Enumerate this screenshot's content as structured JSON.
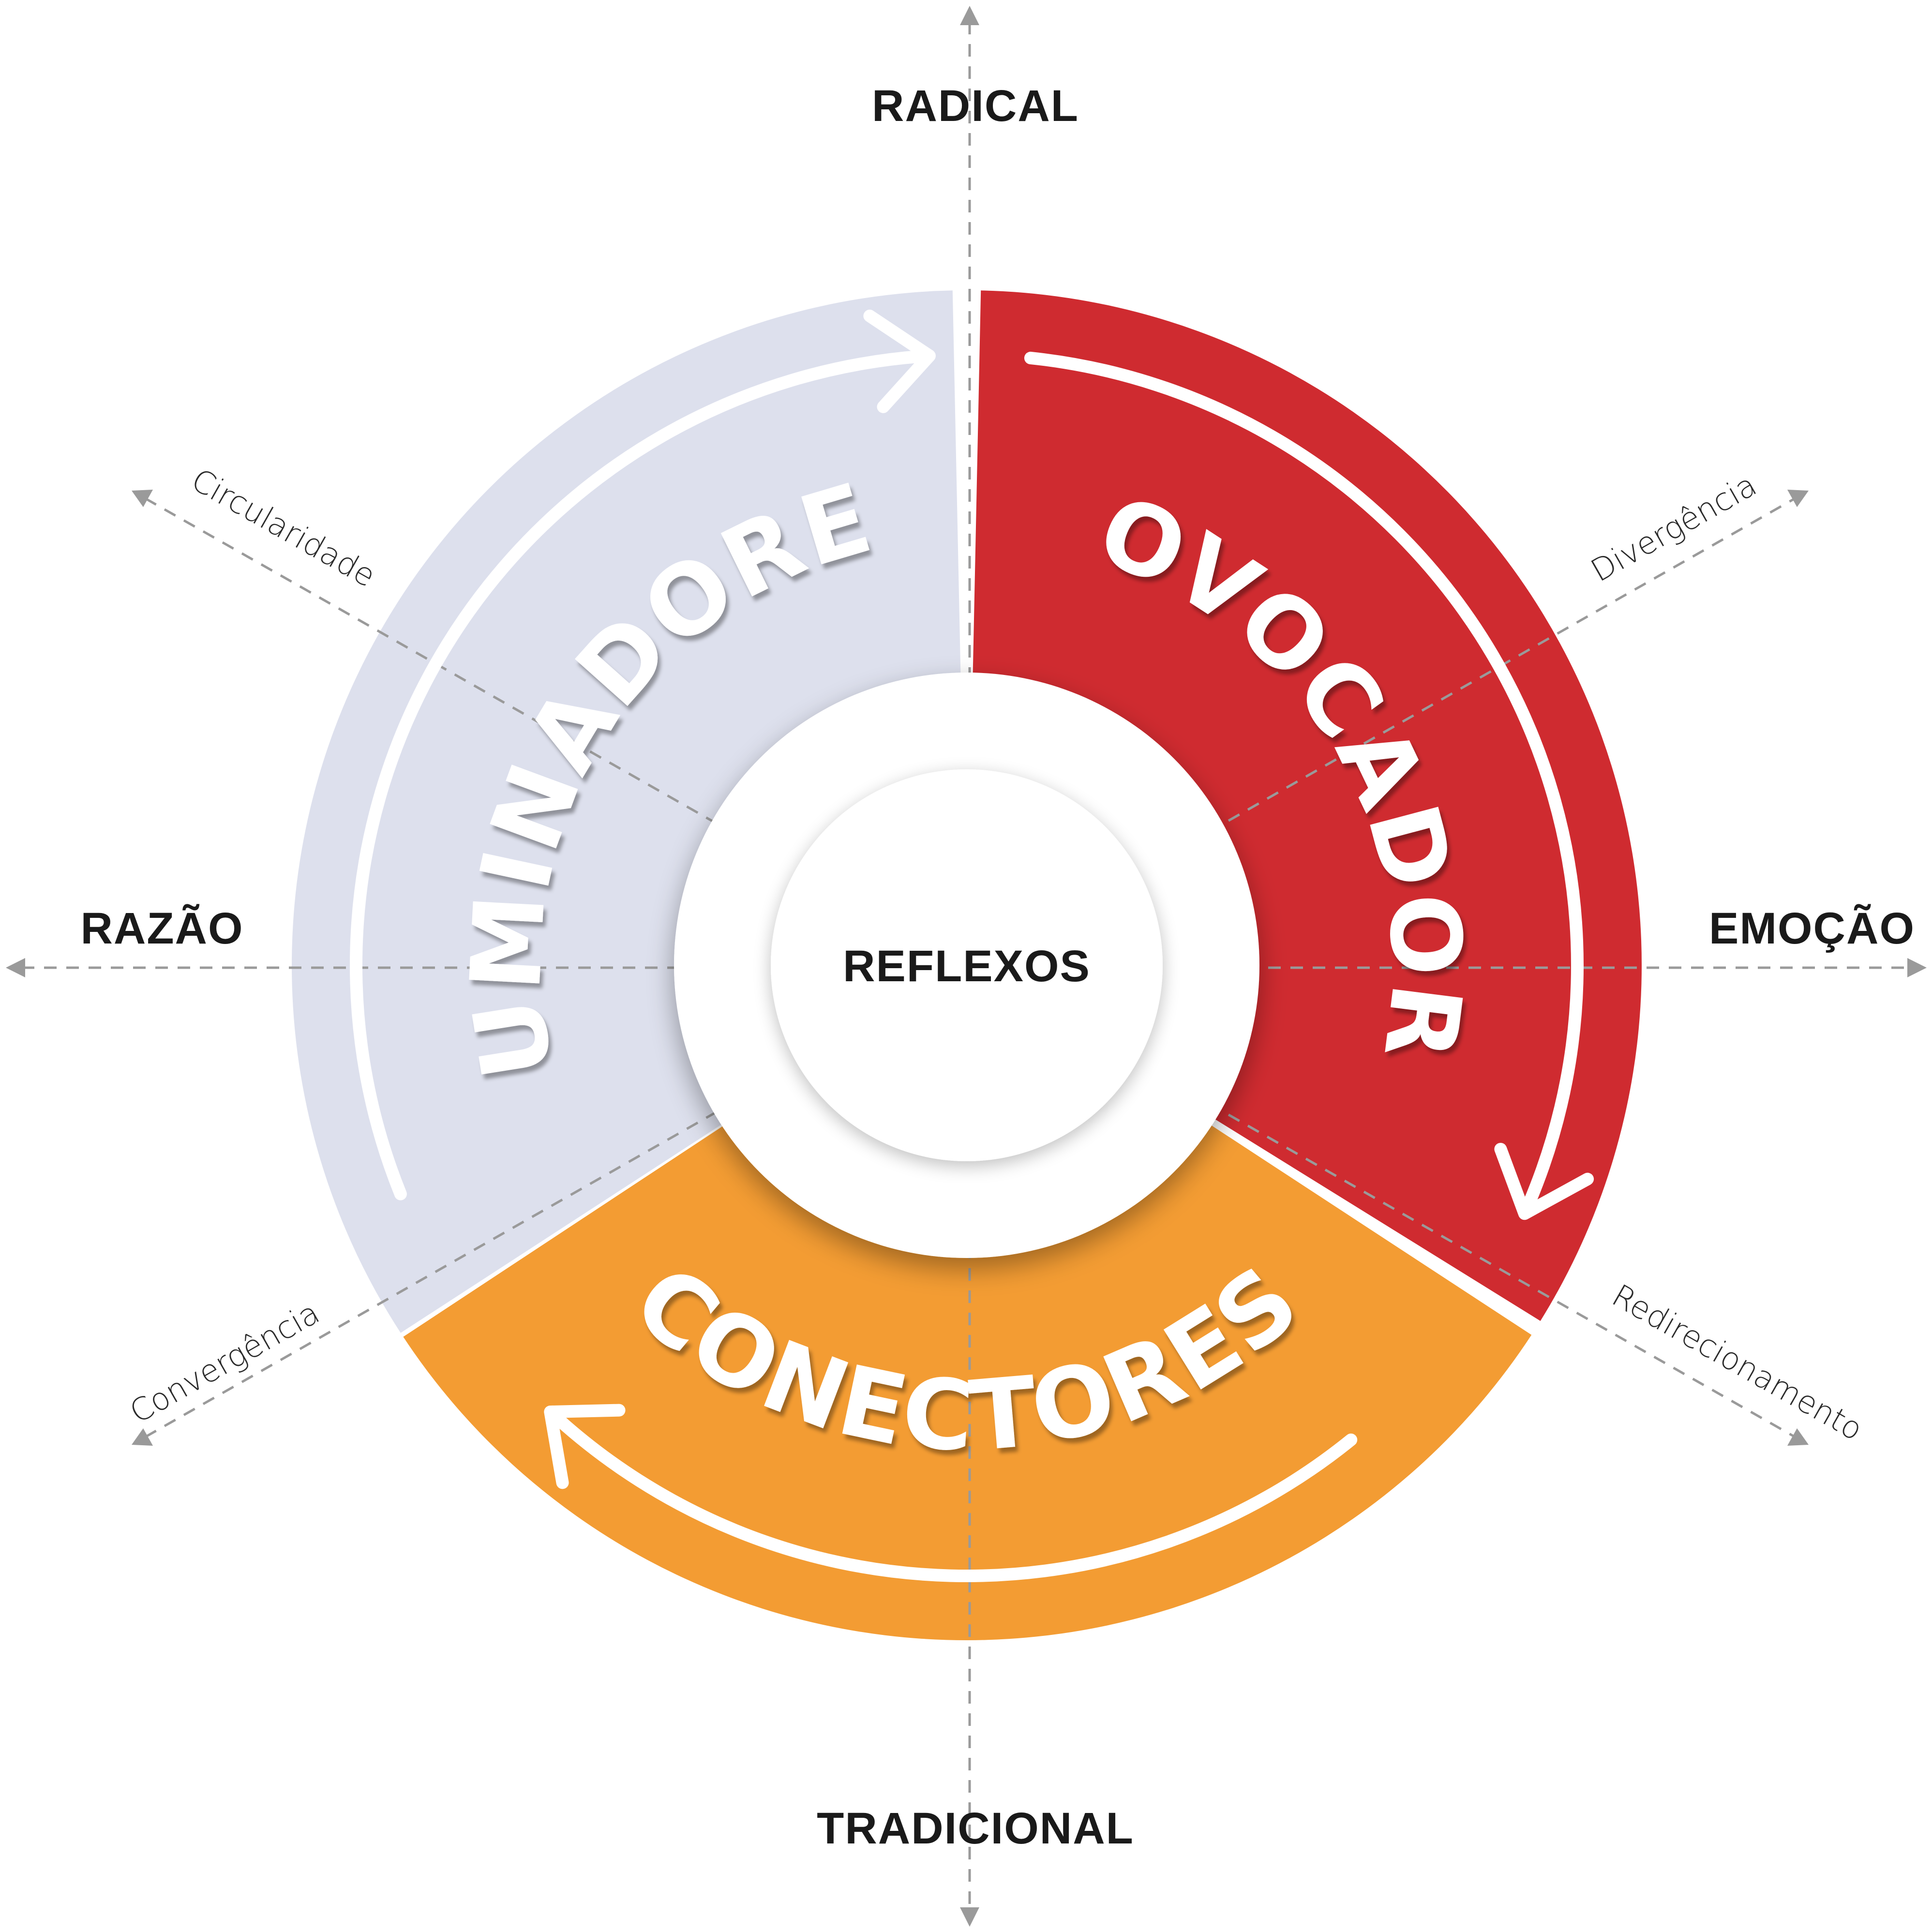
{
  "axes": {
    "top": "RADICAL",
    "bottom": "TRADICIONAL",
    "left": "RAZÃO",
    "right": "EMOÇÃO"
  },
  "diagonals": {
    "upper_left": "Circularidade",
    "upper_right": "Divergência",
    "lower_left": "Convergência",
    "lower_right": "Redirecionamento"
  },
  "segments": {
    "iluminadores": {
      "label": "ILUMINADORES",
      "color": "#dde0ed"
    },
    "provocadores": {
      "label": "PROVOCADORES",
      "color": "#cf2b30"
    },
    "conectores": {
      "label": "CONECTORES",
      "color": "#f39c33"
    }
  },
  "center": {
    "label": "REFLEXOS",
    "color": "#ffffff"
  },
  "colors": {
    "axis": "#9a9a9a",
    "arrow": "#ffffff",
    "text": "#1a1a1a"
  }
}
